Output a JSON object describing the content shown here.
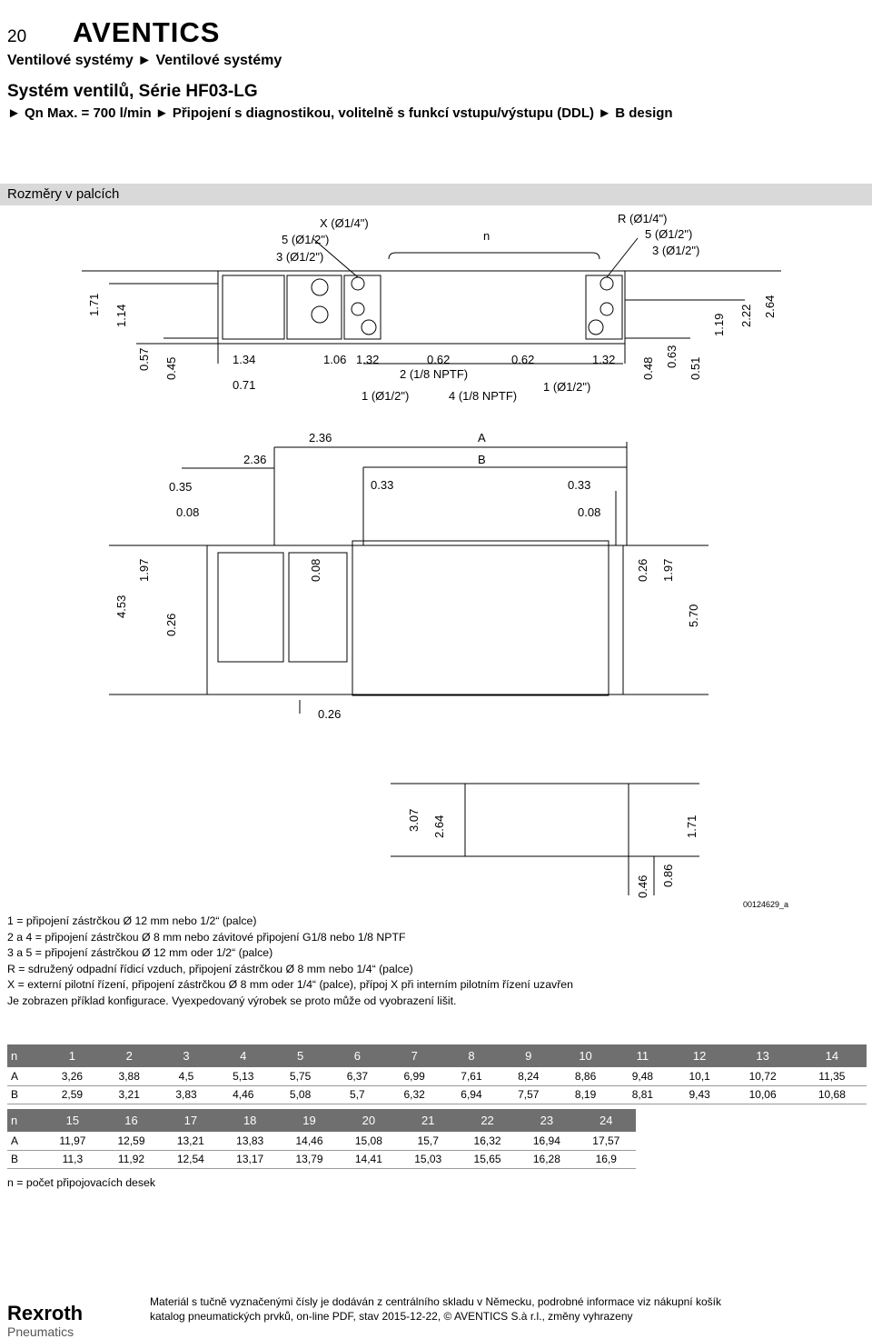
{
  "header": {
    "page_number": "20",
    "brand": "AVENTICS",
    "breadcrumb": "Ventilové systémy ► Ventilové systémy",
    "title": "Systém ventilů, Série HF03-LG",
    "subtitle": "► Qn Max. = 700 l/min ► Připojení s diagnostikou, volitelně s funkcí vstupu/výstupu (DDL) ► B design"
  },
  "section": {
    "heading": "Rozměry v palcích"
  },
  "drawing": {
    "top_view": {
      "labels": [
        "X (Ø1/4\")",
        "5 (Ø1/2\")",
        "3 (Ø1/2\")",
        "n",
        "R (Ø1/4\")",
        "5 (Ø1/2\")",
        "3 (Ø1/2\")",
        "2 (1/8 NPTF)",
        "1 (Ø1/2\")",
        "4 (1/8 NPTF)",
        "1 (Ø1/2\")"
      ],
      "dims": [
        "1.71",
        "1.14",
        "0.57",
        "0.45",
        "1.34",
        "0.71",
        "1.06",
        "1.32",
        "0.62",
        "0.62",
        "1.32",
        "0.48",
        "0.63",
        "0.51",
        "1.19",
        "2.22",
        "2.64"
      ]
    },
    "front_view": {
      "labels": [
        "A",
        "B"
      ],
      "dims": [
        "2.36",
        "2.36",
        "0.35",
        "0.08",
        "0.33",
        "0.33",
        "0.08",
        "4.53",
        "1.97",
        "0.26",
        "0.08",
        "0.26",
        "1.97",
        "5.70",
        "0.26"
      ]
    },
    "side_view": {
      "dims": [
        "3.07",
        "2.64",
        "1.71",
        "0.46",
        "0.86"
      ]
    },
    "image_id": "00124629_a"
  },
  "notes": [
    "1 = připojení zástrčkou Ø 12 mm nebo 1/2“ (palce)",
    "2 a 4 = připojení zástrčkou Ø 8 mm nebo závitové připojení G1/8 nebo 1/8 NPTF",
    "3 a 5 = připojení zástrčkou Ø 12 mm oder 1/2“ (palce)",
    "R = sdružený odpadní řídicí vzduch, připojení zástrčkou Ø 8 mm nebo 1/4“ (palce)",
    "X = externí pilotní řízení, připojení zástrčkou Ø 8 mm oder 1/4“ (palce), přípoj X při interním pilotním řízení uzavřen",
    "Je zobrazen příklad konfigurace. Vyexpedovaný výrobek se proto může od vyobrazení lišit."
  ],
  "table1": {
    "header": [
      "n",
      "1",
      "2",
      "3",
      "4",
      "5",
      "6",
      "7",
      "8",
      "9",
      "10",
      "11",
      "12",
      "13",
      "14"
    ],
    "rows": [
      [
        "A",
        "3,26",
        "3,88",
        "4,5",
        "5,13",
        "5,75",
        "6,37",
        "6,99",
        "7,61",
        "8,24",
        "8,86",
        "9,48",
        "10,1",
        "10,72",
        "11,35"
      ],
      [
        "B",
        "2,59",
        "3,21",
        "3,83",
        "4,46",
        "5,08",
        "5,7",
        "6,32",
        "6,94",
        "7,57",
        "8,19",
        "8,81",
        "9,43",
        "10,06",
        "10,68"
      ]
    ]
  },
  "table2": {
    "header": [
      "n",
      "15",
      "16",
      "17",
      "18",
      "19",
      "20",
      "21",
      "22",
      "23",
      "24"
    ],
    "rows": [
      [
        "A",
        "11,97",
        "12,59",
        "13,21",
        "13,83",
        "14,46",
        "15,08",
        "15,7",
        "16,32",
        "16,94",
        "17,57"
      ],
      [
        "B",
        "11,3",
        "11,92",
        "12,54",
        "13,17",
        "13,79",
        "14,41",
        "15,03",
        "15,65",
        "16,28",
        "16,9"
      ]
    ]
  },
  "table_note": "n = počet připojovacích desek",
  "footer": {
    "line1": "Materiál s tučně vyznačenými čísly je dodáván z centrálního skladu v Německu, podrobné informace viz nákupní košík",
    "line2": "katalog pneumatických prvků, on-line PDF, stav 2015-12-22, © AVENTICS S.à r.l., změny vyhrazeny",
    "brand": "Rexroth",
    "brand_sub": "Pneumatics"
  }
}
